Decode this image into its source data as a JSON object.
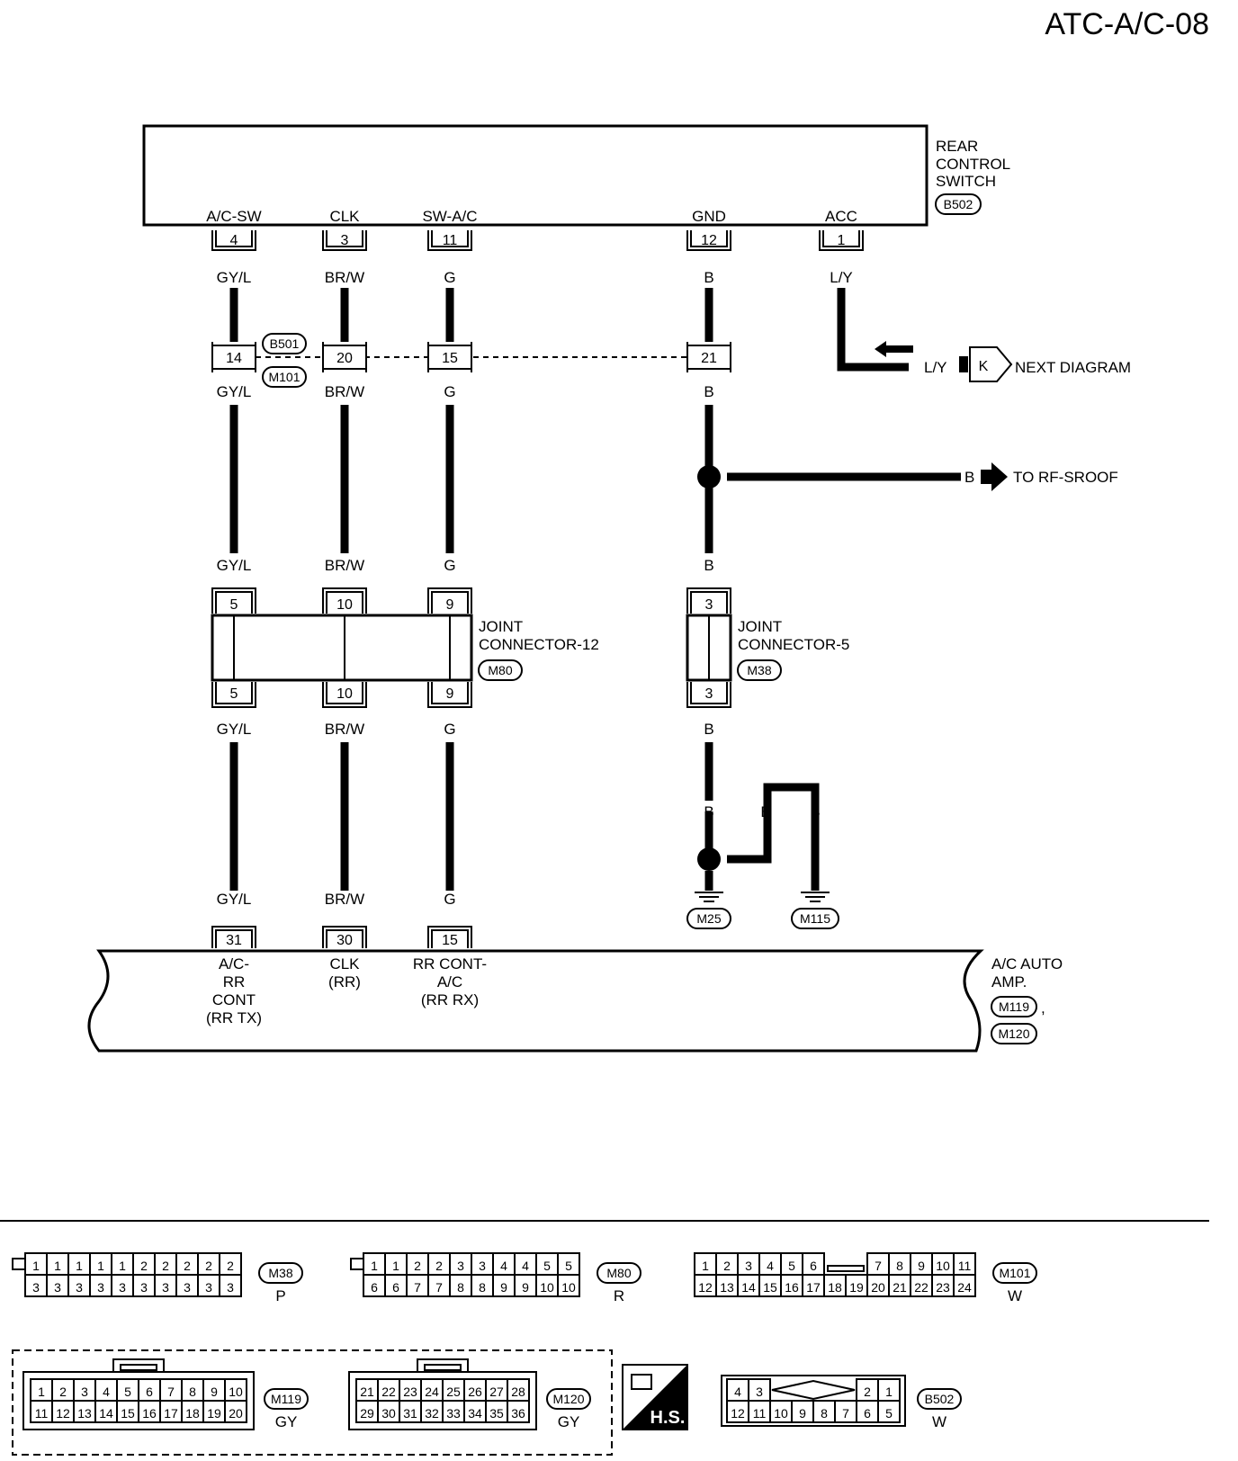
{
  "page_code": "ATC-A/C-08",
  "rear_control_switch": {
    "name_lines": [
      "REAR",
      "CONTROL",
      "SWITCH"
    ],
    "connector": "B502",
    "pins": [
      {
        "label": "A/C-SW",
        "pin": "4",
        "wire": "GY/L"
      },
      {
        "label": "CLK",
        "pin": "3",
        "wire": "BR/W"
      },
      {
        "label": "SW-A/C",
        "pin": "11",
        "wire": "G"
      },
      {
        "label": "GND",
        "pin": "12",
        "wire": "B"
      },
      {
        "label": "ACC",
        "pin": "1",
        "wire": "L/Y"
      }
    ]
  },
  "inline_connector": {
    "top": "B501",
    "bottom": "M101",
    "pins": [
      "14",
      "20",
      "15",
      "21"
    ],
    "wires_below": [
      "GY/L",
      "BR/W",
      "G",
      "B"
    ]
  },
  "next_diagram": {
    "wire": "L/Y",
    "marker": "K",
    "text": "NEXT DIAGRAM"
  },
  "rf_sroof": {
    "wire": "B",
    "text": "TO RF-SROOF"
  },
  "joint_connector_12": {
    "name_lines": [
      "JOINT",
      "CONNECTOR-12"
    ],
    "connector": "M80",
    "wires_above": [
      "GY/L",
      "BR/W",
      "G"
    ],
    "pins": [
      "5",
      "10",
      "9"
    ],
    "wires_below": [
      "GY/L",
      "BR/W",
      "G"
    ]
  },
  "joint_connector_5": {
    "name_lines": [
      "JOINT",
      "CONNECTOR-5"
    ],
    "connector": "M38",
    "wire_above": "B",
    "pin": "3",
    "wire_below": "B"
  },
  "ground": {
    "wires": [
      "B",
      "B",
      "B"
    ],
    "points": [
      "M25",
      "M115"
    ]
  },
  "ac_auto_amp": {
    "name_lines": [
      "A/C AUTO",
      "AMP."
    ],
    "connectors": [
      "M119",
      "M120"
    ],
    "separator": ",",
    "wires": [
      "GY/L",
      "BR/W",
      "G"
    ],
    "pins": [
      {
        "pin": "31",
        "label_lines": [
          "A/C-",
          "RR",
          "CONT",
          "(RR TX)"
        ]
      },
      {
        "pin": "30",
        "label_lines": [
          "CLK",
          "(RR)"
        ]
      },
      {
        "pin": "15",
        "label_lines": [
          "RR CONT-",
          "A/C",
          "(RR RX)"
        ]
      }
    ]
  },
  "connector_views": [
    {
      "id": "M38",
      "color": "P",
      "top": [
        "1",
        "1",
        "1",
        "1",
        "1",
        "2",
        "2",
        "2",
        "2",
        "2"
      ],
      "bottom": [
        "3",
        "3",
        "3",
        "3",
        "3",
        "3",
        "3",
        "3",
        "3",
        "3"
      ]
    },
    {
      "id": "M80",
      "color": "R",
      "top": [
        "1",
        "1",
        "2",
        "2",
        "3",
        "3",
        "4",
        "4",
        "5",
        "5"
      ],
      "bottom": [
        "6",
        "6",
        "7",
        "7",
        "8",
        "8",
        "9",
        "9",
        "10",
        "10"
      ]
    },
    {
      "id": "M101",
      "color": "W",
      "top_left": [
        "1",
        "2",
        "3",
        "4",
        "5",
        "6"
      ],
      "top_right": [
        "7",
        "8",
        "9",
        "10",
        "11"
      ],
      "bottom": [
        "12",
        "13",
        "14",
        "15",
        "16",
        "17",
        "18",
        "19",
        "20",
        "21",
        "22",
        "23",
        "24"
      ]
    },
    {
      "id": "M119",
      "color": "GY",
      "top": [
        "1",
        "2",
        "3",
        "4",
        "5",
        "6",
        "7",
        "8",
        "9",
        "10"
      ],
      "bottom": [
        "11",
        "12",
        "13",
        "14",
        "15",
        "16",
        "17",
        "18",
        "19",
        "20"
      ]
    },
    {
      "id": "M120",
      "color": "GY",
      "top": [
        "21",
        "22",
        "23",
        "24",
        "25",
        "26",
        "27",
        "28"
      ],
      "bottom": [
        "29",
        "30",
        "31",
        "32",
        "33",
        "34",
        "35",
        "36"
      ]
    },
    {
      "id": "B502",
      "color": "W",
      "top_left": [
        "4",
        "3"
      ],
      "top_right": [
        "2",
        "1"
      ],
      "bottom": [
        "12",
        "11",
        "10",
        "9",
        "8",
        "7",
        "6",
        "5"
      ]
    }
  ],
  "hs_badge": "H.S."
}
